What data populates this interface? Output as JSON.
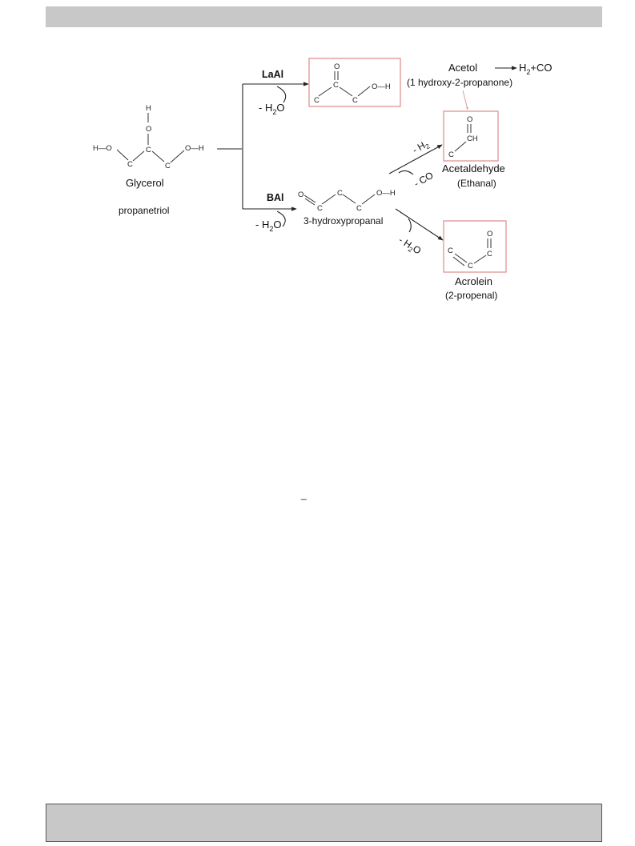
{
  "page": {
    "header_bar_text": "",
    "footer_bar_text": "",
    "stray_mark": "_"
  },
  "colors": {
    "header_bar": "#c8c8c8",
    "highlight_box": "#e08a8a",
    "bond_line": "#333333",
    "text": "#111111"
  },
  "scheme": {
    "glycerol": {
      "name": "Glycerol",
      "alt_name": "propanetriol",
      "atoms": {
        "h_top": "H",
        "o_top": "O",
        "ho_left": "H—O",
        "oh_right": "O—H",
        "c": "C"
      }
    },
    "route_top": {
      "catalyst": "LaAl",
      "elimination": "- H",
      "elimination_sub": "2",
      "elimination_tail": "O"
    },
    "route_bottom": {
      "catalyst": "BAl",
      "elimination": "- H",
      "elimination_sub": "2",
      "elimination_tail": "O"
    },
    "acetol": {
      "name": "Acetol",
      "alt_name": "(1 hydroxy-2-propanone)",
      "products_pre": "H",
      "products_sub": "2",
      "products_post": "+CO",
      "atoms": {
        "o": "O",
        "c": "C",
        "oh": "O—H"
      }
    },
    "intermediate": {
      "name": "3-hydroxypropanal",
      "atoms": {
        "o": "O",
        "c": "C",
        "oh": "O—H"
      }
    },
    "acetaldehyde": {
      "name": "Acetaldehyde",
      "alt_name": "(Ethanal)",
      "loss_h2_pre": "- H",
      "loss_h2_sub": "2",
      "loss_co": "- CO",
      "atoms": {
        "o": "O",
        "ch": "CH",
        "c": "C"
      }
    },
    "acrolein": {
      "name": "Acrolein",
      "alt_name": "(2-propenal)",
      "loss_pre": "- H",
      "loss_sub": "2",
      "loss_tail": "O",
      "atoms": {
        "o": "O",
        "c": "C"
      }
    }
  }
}
